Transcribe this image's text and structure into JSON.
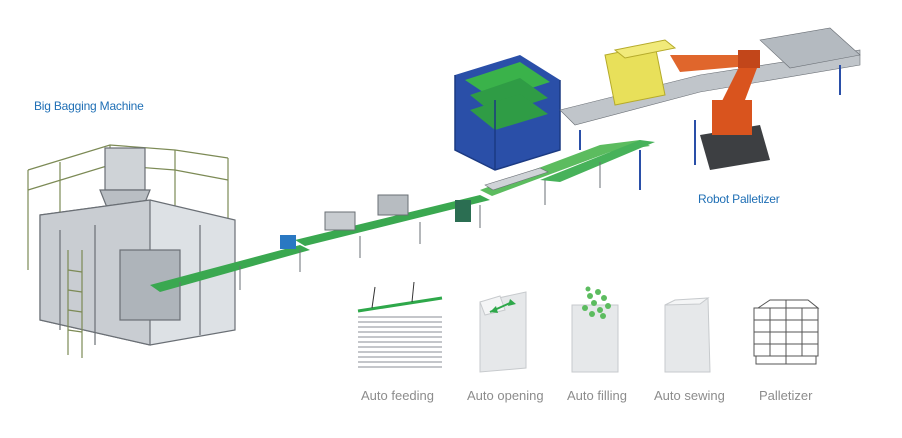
{
  "labels": {
    "bagging_machine": "Big Bagging Machine",
    "robot_palletizer": "Robot Palletizer"
  },
  "steps": [
    {
      "label": "Auto feeding",
      "icon": "film-roll-icon"
    },
    {
      "label": "Auto opening",
      "icon": "bag-opening-icon"
    },
    {
      "label": "Auto filling",
      "icon": "bag-filling-icon"
    },
    {
      "label": "Auto sewing",
      "icon": "bag-sewing-icon"
    },
    {
      "label": "Palletizer",
      "icon": "pallet-stack-icon"
    }
  ],
  "colors": {
    "label_blue": "#1f6fb5",
    "conveyor_green": "#3aa850",
    "frame_blue": "#2a4fa8",
    "robot_orange": "#d9541e",
    "product_yellow": "#e8e05a"
  }
}
